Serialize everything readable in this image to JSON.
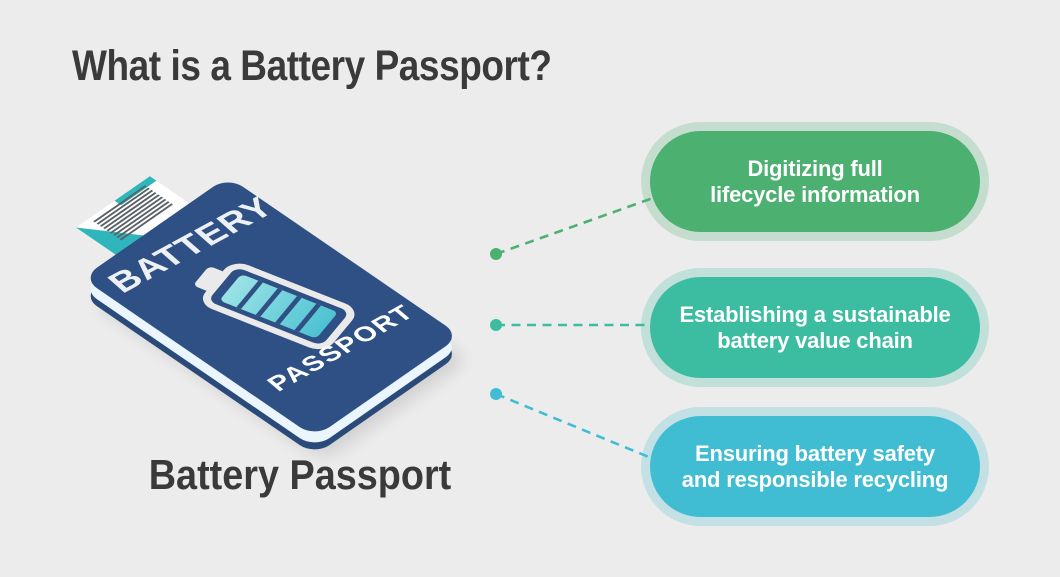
{
  "background_color": "#ececec",
  "text_color": "#3a3a3a",
  "title": "What is a Battery Passport?",
  "illustration": {
    "caption": "Battery Passport",
    "passport_cover_title": "BATTERY",
    "passport_cover_subtitle": "PASSPORT",
    "colors": {
      "cover": "#2e5084",
      "cover_side": "#2a4a79",
      "pages": "#eaf5fe",
      "cover_text": "#edf0f4",
      "ticket_accent": "#2eb6bc",
      "barcode": "#596066",
      "battery_outline": "#eaeaea",
      "battery_fill_light": "#9ae2e6",
      "battery_fill_dark": "#4dc2d2"
    }
  },
  "callouts": [
    {
      "lines": [
        "Digitizing full",
        "lifecycle information"
      ],
      "color": "#4cb071",
      "halo": "rgba(76,176,113,0.24)"
    },
    {
      "lines": [
        "Establishing a sustainable",
        "battery value chain"
      ],
      "color": "#3cbda2",
      "halo": "rgba(60,189,162,0.24)"
    },
    {
      "lines": [
        "Ensuring battery safety",
        "and responsible recycling"
      ],
      "color": "#41bdd3",
      "halo": "rgba(65,189,211,0.24)"
    }
  ]
}
